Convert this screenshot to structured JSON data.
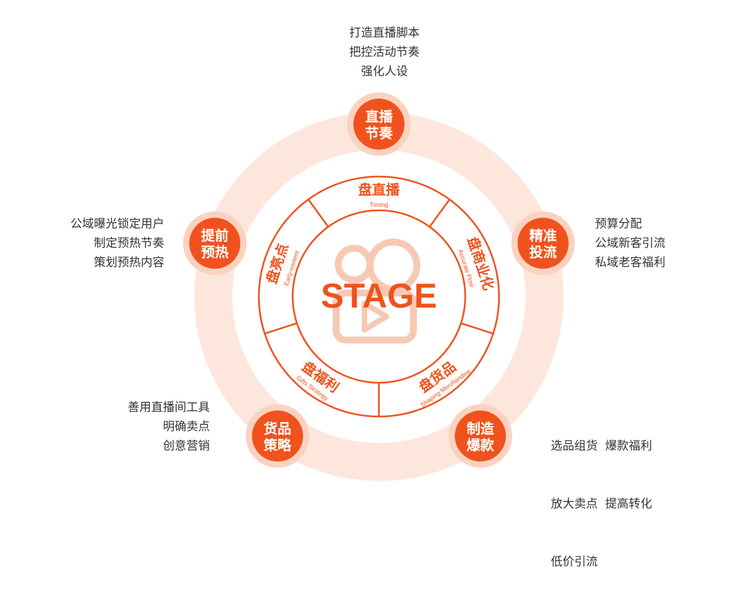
{
  "colors": {
    "accent": "#f0521d",
    "halo": "#fde6dc",
    "halo_inner": "#fbd2c0",
    "faded_icon": "#f7c9b4",
    "text": "#333333"
  },
  "center": {
    "title": "STAGE",
    "icon": "video-camera-icon"
  },
  "segments": [
    {
      "id": "timing",
      "label": "盘直播",
      "sub": "Timing"
    },
    {
      "id": "flow",
      "label": "盘商业化",
      "sub": "Accurate Flow"
    },
    {
      "id": "merch",
      "label": "盘货品",
      "sub": "Shaping Merchandise"
    },
    {
      "id": "gifts",
      "label": "盘福利",
      "sub": "Gifts Strategy"
    },
    {
      "id": "early",
      "label": "盘亮点",
      "sub": "Early-content"
    }
  ],
  "nodes": [
    {
      "id": "rhythm",
      "line1": "直播",
      "line2": "节奏",
      "notes": [
        "打造直播脚本",
        "把控活动节奏",
        "强化人设"
      ]
    },
    {
      "id": "precise",
      "line1": "精准",
      "line2": "投流",
      "notes": [
        "预算分配",
        "公域新客引流",
        "私域老客福利"
      ]
    },
    {
      "id": "create",
      "line1": "制造",
      "line2": "爆款",
      "notes": [
        "选品组货  爆款福利",
        "放大卖点  提高转化",
        "低价引流"
      ]
    },
    {
      "id": "strategy",
      "line1": "货品",
      "line2": "策略",
      "notes": [
        "善用直播间工具",
        "明确卖点",
        "创意营销"
      ]
    },
    {
      "id": "warmup",
      "line1": "提前",
      "line2": "预热",
      "notes": [
        "公域曝光锁定用户",
        "制定预热节奏",
        "策划预热内容"
      ]
    }
  ]
}
